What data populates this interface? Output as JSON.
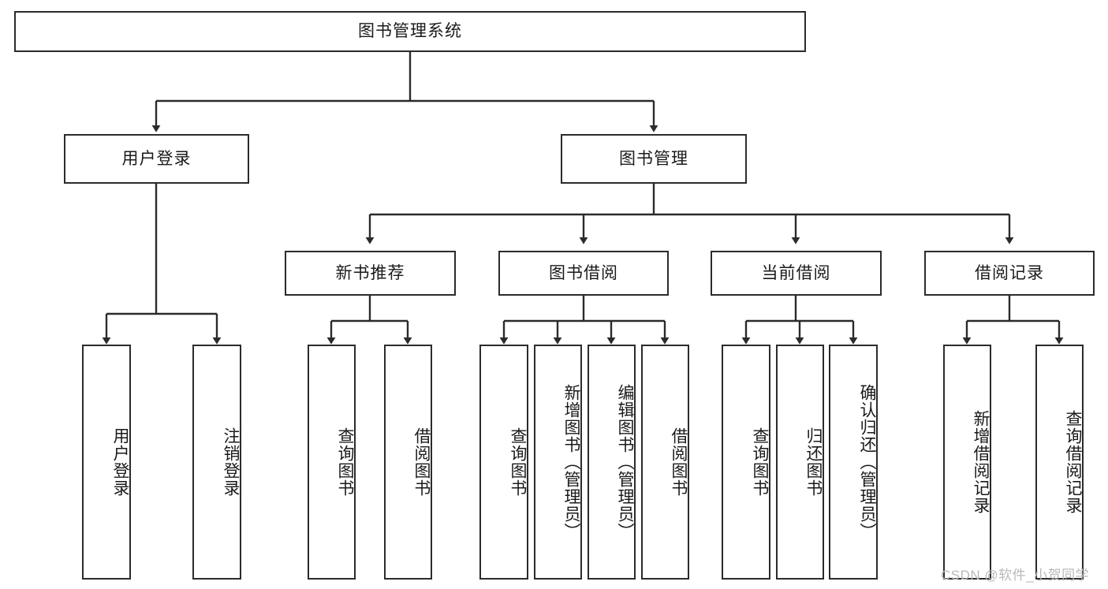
{
  "diagram": {
    "title": "图书管理系统",
    "type": "tree-hierarchy",
    "orientation": "top-down",
    "colors": {
      "background": "#ffffff",
      "box_border": "#2b2b2b",
      "box_fill": "#ffffff",
      "text": "#1a1a1a",
      "edge": "#2b2b2b",
      "watermark": "#b9b9b9"
    }
  },
  "root": {
    "label": "图书管理系统"
  },
  "level2": [
    {
      "label": "用户登录"
    },
    {
      "label": "图书管理"
    }
  ],
  "level3": [
    {
      "label": "新书推荐"
    },
    {
      "label": "图书借阅"
    },
    {
      "label": "当前借阅"
    },
    {
      "label": "借阅记录"
    }
  ],
  "leaves": {
    "user_login": [
      {
        "label": "用户登录"
      },
      {
        "label": "注销登录"
      }
    ],
    "new_book_recommend": [
      {
        "label": "查询图书"
      },
      {
        "label": "借阅图书"
      }
    ],
    "book_borrow": [
      {
        "label": "查询图书"
      },
      {
        "label": "新增图书（管理员）"
      },
      {
        "label": "编辑图书（管理员）"
      },
      {
        "label": "借阅图书"
      }
    ],
    "current_borrow": [
      {
        "label": "查询图书"
      },
      {
        "label": "归还图书"
      },
      {
        "label": "确认归还（管理员）"
      }
    ],
    "borrow_records": [
      {
        "label": "新增借阅记录"
      },
      {
        "label": "查询借阅记录"
      }
    ]
  },
  "watermark": {
    "text": "CSDN @软件_小贺同学"
  }
}
